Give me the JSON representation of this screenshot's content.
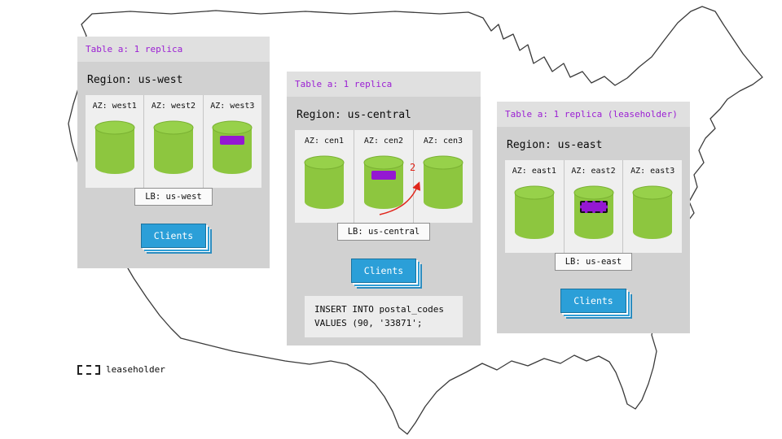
{
  "colors": {
    "cylinder_green": "#8dc63f",
    "replica_purple": "#9418d2",
    "clients_blue": "#2b9fd8",
    "table_label_purple": "#9b1fd3",
    "arrow_red": "#e0261b",
    "panel_gray": "#d1d1d1"
  },
  "regions": [
    {
      "table_label": "Table a: 1 replica",
      "region_label": "Region: us-west",
      "azs": [
        {
          "label": "AZ: west1",
          "marker": "none"
        },
        {
          "label": "AZ: west2",
          "marker": "none"
        },
        {
          "label": "AZ: west3",
          "marker": "replica"
        }
      ],
      "lb_label": "LB: us-west",
      "clients_label": "Clients"
    },
    {
      "table_label": "Table a: 1 replica",
      "region_label": "Region: us-central",
      "azs": [
        {
          "label": "AZ: cen1",
          "marker": "none"
        },
        {
          "label": "AZ: cen2",
          "marker": "replica"
        },
        {
          "label": "AZ: cen3",
          "marker": "none"
        }
      ],
      "lb_label": "LB: us-central",
      "clients_label": "Clients"
    },
    {
      "table_label": "Table a: 1 replica (leaseholder)",
      "region_label": "Region: us-east",
      "azs": [
        {
          "label": "AZ: east1",
          "marker": "none"
        },
        {
          "label": "AZ: east2",
          "marker": "leaseholder"
        },
        {
          "label": "AZ: east3",
          "marker": "none"
        }
      ],
      "lb_label": "LB: us-east",
      "clients_label": "Clients"
    }
  ],
  "arrow": {
    "label": "2"
  },
  "sql_note": {
    "line1": "INSERT INTO postal_codes",
    "line2": "VALUES (90, '33871';"
  },
  "legend": {
    "label": "leaseholder"
  }
}
